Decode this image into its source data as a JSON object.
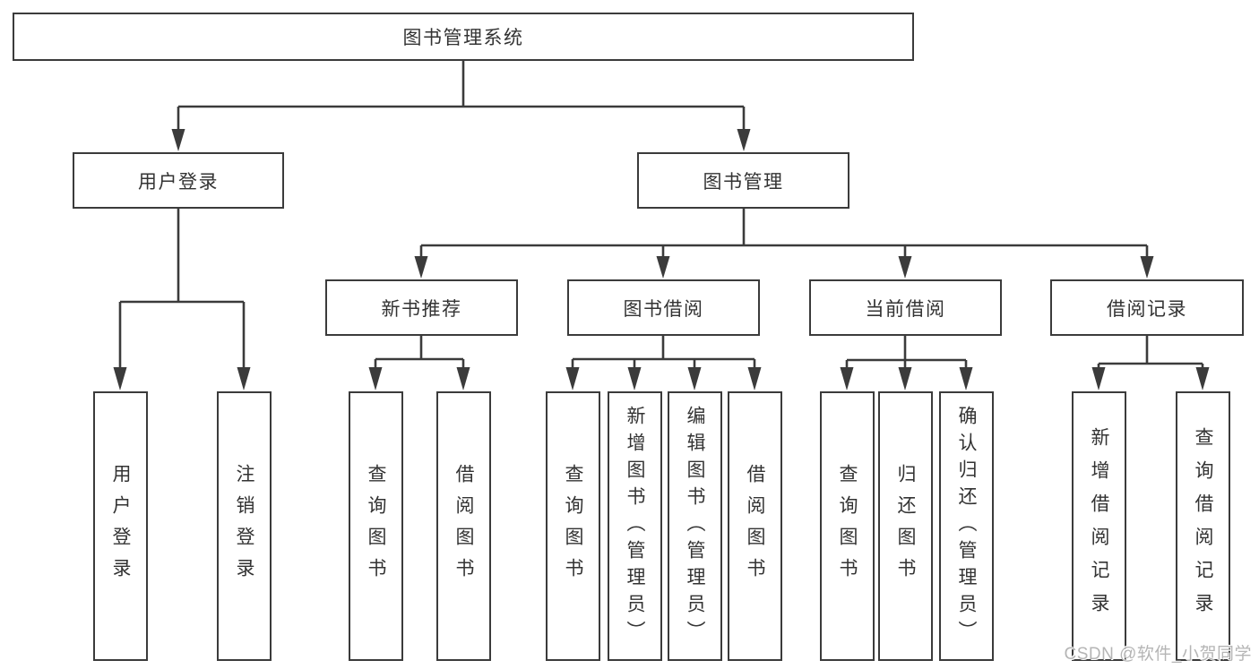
{
  "diagram": {
    "type": "tree",
    "title": "图书管理系统",
    "colors": {
      "line": "#3b3b3b",
      "box_border": "#3b3b3b",
      "text": "#333333",
      "background": "#ffffff",
      "watermark": "#b5b5b5"
    },
    "root": {
      "label": "图书管理系统"
    },
    "level2": [
      {
        "label": "用户登录",
        "parent": "图书管理系统"
      },
      {
        "label": "图书管理",
        "parent": "图书管理系统"
      }
    ],
    "level3": [
      {
        "label": "新书推荐",
        "parent": "图书管理"
      },
      {
        "label": "图书借阅",
        "parent": "图书管理"
      },
      {
        "label": "当前借阅",
        "parent": "图书管理"
      },
      {
        "label": "借阅记录",
        "parent": "图书管理"
      }
    ],
    "level4": [
      {
        "label": "用户登录",
        "parent": "用户登录"
      },
      {
        "label": "注销登录",
        "parent": "用户登录"
      },
      {
        "label": "查询图书",
        "parent": "新书推荐"
      },
      {
        "label": "借阅图书",
        "parent": "新书推荐"
      },
      {
        "label": "查询图书",
        "parent": "图书借阅"
      },
      {
        "label": "新增图书（管理员）",
        "parent": "图书借阅"
      },
      {
        "label": "编辑图书（管理员）",
        "parent": "图书借阅"
      },
      {
        "label": "借阅图书",
        "parent": "图书借阅"
      },
      {
        "label": "查询图书",
        "parent": "当前借阅"
      },
      {
        "label": "归还图书",
        "parent": "当前借阅"
      },
      {
        "label": "确认归还（管理员）",
        "parent": "当前借阅"
      },
      {
        "label": "新增借阅记录",
        "parent": "借阅记录"
      },
      {
        "label": "查询借阅记录",
        "parent": "借阅记录"
      }
    ],
    "watermark": {
      "text": "CSDN @软件_小贺同学"
    }
  }
}
